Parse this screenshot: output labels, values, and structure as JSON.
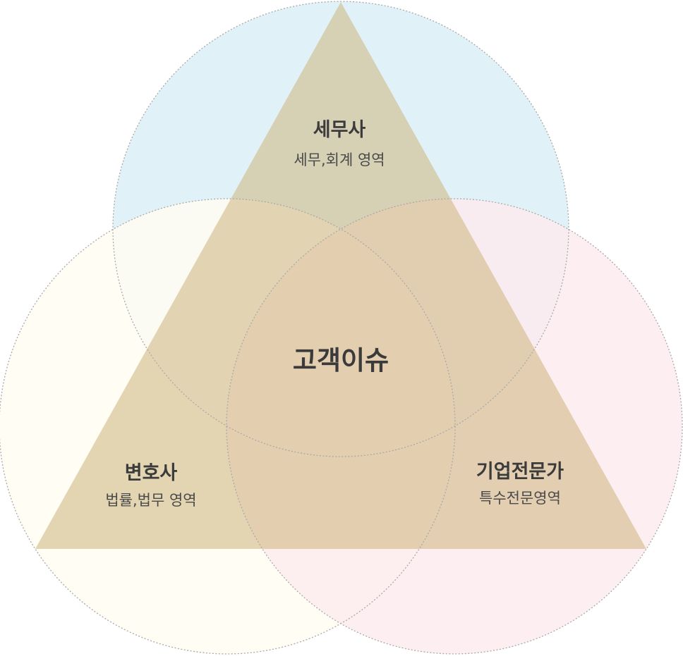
{
  "center": {
    "label": "고객이슈"
  },
  "nodes": {
    "top": {
      "title": "세무사",
      "subtitle": "세무,회계 영역"
    },
    "left": {
      "title": "변호사",
      "subtitle": "법률,법무 영역"
    },
    "right": {
      "title": "기업전문가",
      "subtitle": "특수전문영역"
    }
  },
  "colors": {
    "circle_top": "#e0f2f8",
    "circle_left": "#fffdf2",
    "circle_right": "#fdebef",
    "triangle": "#cdb47c",
    "outline": "#a9a9a9",
    "text": "#3b3b3b"
  }
}
